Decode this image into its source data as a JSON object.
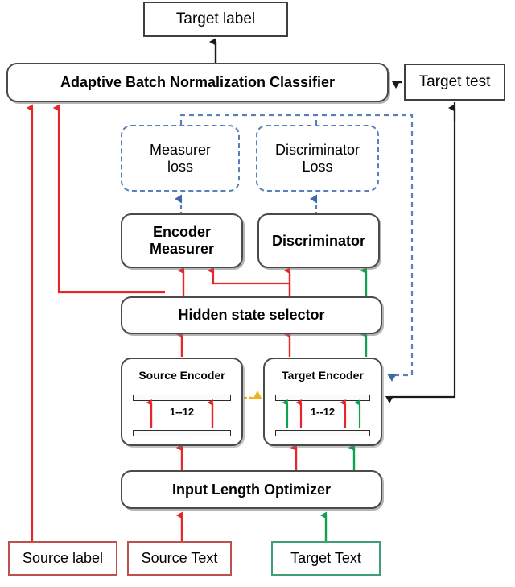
{
  "diagram": {
    "title": "Domain adaptation architecture diagram",
    "colors": {
      "red": "#e8262a",
      "green": "#12a150",
      "blue_dashed": "#5b7fb9",
      "orange": "#f2b01e",
      "black": "#1a1a1a",
      "box_gray": "#4a4a4a",
      "red_box": "#c0504d",
      "green_box": "#3f9e73"
    },
    "nodes": {
      "target_label": {
        "label": "Target label"
      },
      "classifier": {
        "label": "Adaptive Batch Normalization Classifier"
      },
      "target_test": {
        "label": "Target test"
      },
      "measurer_loss": {
        "line1": "Measurer",
        "line2": "loss"
      },
      "discriminator_loss": {
        "line1": "Discriminator",
        "line2": "Loss"
      },
      "encoder_measurer": {
        "line1": "Encoder",
        "line2": "Measurer"
      },
      "discriminator": {
        "label": "Discriminator"
      },
      "hidden_state_selector": {
        "label": "Hidden state selector"
      },
      "source_encoder": {
        "title": "Source Encoder",
        "range": "1--12"
      },
      "target_encoder": {
        "title": "Target Encoder",
        "range": "1--12"
      },
      "input_length_optimizer": {
        "label": "Input Length Optimizer"
      },
      "source_label": {
        "label": "Source label"
      },
      "source_text": {
        "label": "Source Text"
      },
      "target_text": {
        "label": "Target Text"
      }
    },
    "edges": [
      {
        "name": "classifier-to-target-label",
        "color": "black",
        "style": "solid"
      },
      {
        "name": "target-test-to-classifier",
        "color": "black",
        "style": "solid"
      },
      {
        "name": "target-test-to-target-encoder",
        "color": "black",
        "style": "solid"
      },
      {
        "name": "source-label-to-classifier",
        "color": "red",
        "style": "solid"
      },
      {
        "name": "hidden-state-selector-to-classifier",
        "color": "red",
        "style": "solid"
      },
      {
        "name": "hidden-state-selector-to-encoder-measurer",
        "color": "red",
        "style": "solid"
      },
      {
        "name": "hidden-state-selector-to-discriminator",
        "color": "red",
        "style": "solid"
      },
      {
        "name": "target-encoder-to-discriminator",
        "color": "green",
        "style": "solid"
      },
      {
        "name": "source-encoder-to-hidden-state-selector",
        "color": "red",
        "style": "solid"
      },
      {
        "name": "target-encoder-to-hidden-state-selector-red",
        "color": "red",
        "style": "solid"
      },
      {
        "name": "target-encoder-to-hidden-state-selector-green",
        "color": "green",
        "style": "solid"
      },
      {
        "name": "encoder-measurer-to-measurer-loss",
        "color": "blue",
        "style": "dashed"
      },
      {
        "name": "discriminator-to-discriminator-loss",
        "color": "blue",
        "style": "dashed"
      },
      {
        "name": "loss-feedback-to-target-encoder",
        "color": "blue",
        "style": "dashed"
      },
      {
        "name": "source-encoder-to-target-encoder",
        "color": "orange",
        "style": "solid"
      },
      {
        "name": "input-length-optimizer-to-source-encoder",
        "color": "red",
        "style": "solid"
      },
      {
        "name": "input-length-optimizer-to-target-encoder-red",
        "color": "red",
        "style": "solid"
      },
      {
        "name": "input-length-optimizer-to-target-encoder-green",
        "color": "green",
        "style": "solid"
      },
      {
        "name": "source-text-to-input-length-optimizer",
        "color": "red",
        "style": "solid"
      },
      {
        "name": "target-text-to-input-length-optimizer",
        "color": "green",
        "style": "solid"
      }
    ]
  }
}
